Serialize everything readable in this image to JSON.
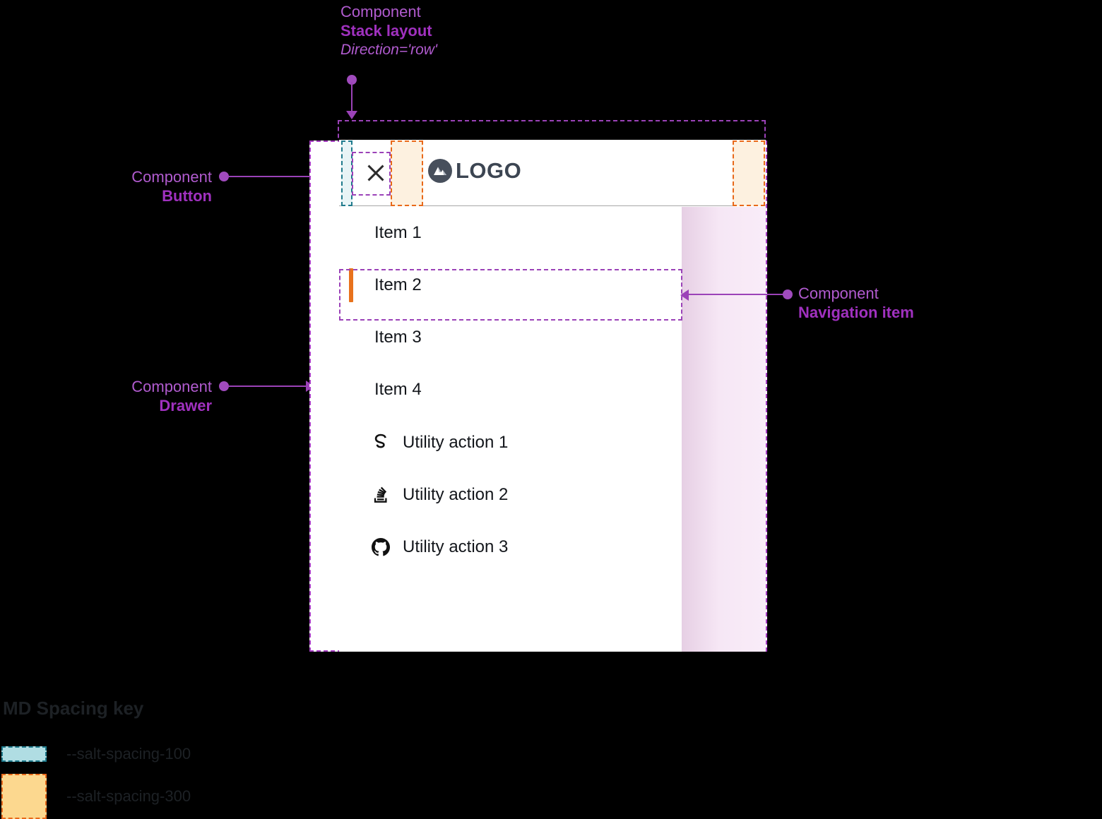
{
  "annotations": {
    "stack_layout": {
      "kind": "Component",
      "name": "Stack layout",
      "prop": "Direction='row'"
    },
    "button": {
      "kind": "Component",
      "name": "Button"
    },
    "drawer": {
      "kind": "Component",
      "name": "Drawer"
    },
    "navigation_item": {
      "kind": "Component",
      "name": "Navigation item"
    }
  },
  "drawer": {
    "header": {
      "close_icon": "close-icon",
      "close_label": "Close",
      "logo_icon": "mountain-logo-icon",
      "logo_text": "LOGO"
    },
    "nav_items": [
      {
        "label": "Item 1",
        "selected": false
      },
      {
        "label": "Item 2",
        "selected": true
      },
      {
        "label": "Item 3",
        "selected": false
      },
      {
        "label": "Item 4",
        "selected": false
      }
    ],
    "utility_actions": [
      {
        "label": "Utility action 1",
        "icon": "salt-s-icon"
      },
      {
        "label": "Utility action 2",
        "icon": "stack-overflow-icon"
      },
      {
        "label": "Utility action 3",
        "icon": "github-icon"
      }
    ]
  },
  "spacing_key": {
    "title": "MD Spacing key",
    "entries": [
      {
        "token": "--salt-spacing-100",
        "fill": "#b0dde3",
        "stroke": "#1f7a8c"
      },
      {
        "token": "--salt-spacing-300",
        "fill": "#fcd88f",
        "stroke": "#e8691a"
      }
    ]
  },
  "colors": {
    "annotation": "#a031bf",
    "annotation_light": "#b15bcf",
    "selected_indicator": "#e8721c",
    "spacing_100_fill": "#e8f4f6",
    "spacing_100_stroke": "#1f7a8c",
    "spacing_300_fill": "#fdf1e0",
    "spacing_300_stroke": "#e8691a",
    "overlay_pink": "#f4e3f3",
    "background": "#000000",
    "panel": "#ffffff"
  }
}
